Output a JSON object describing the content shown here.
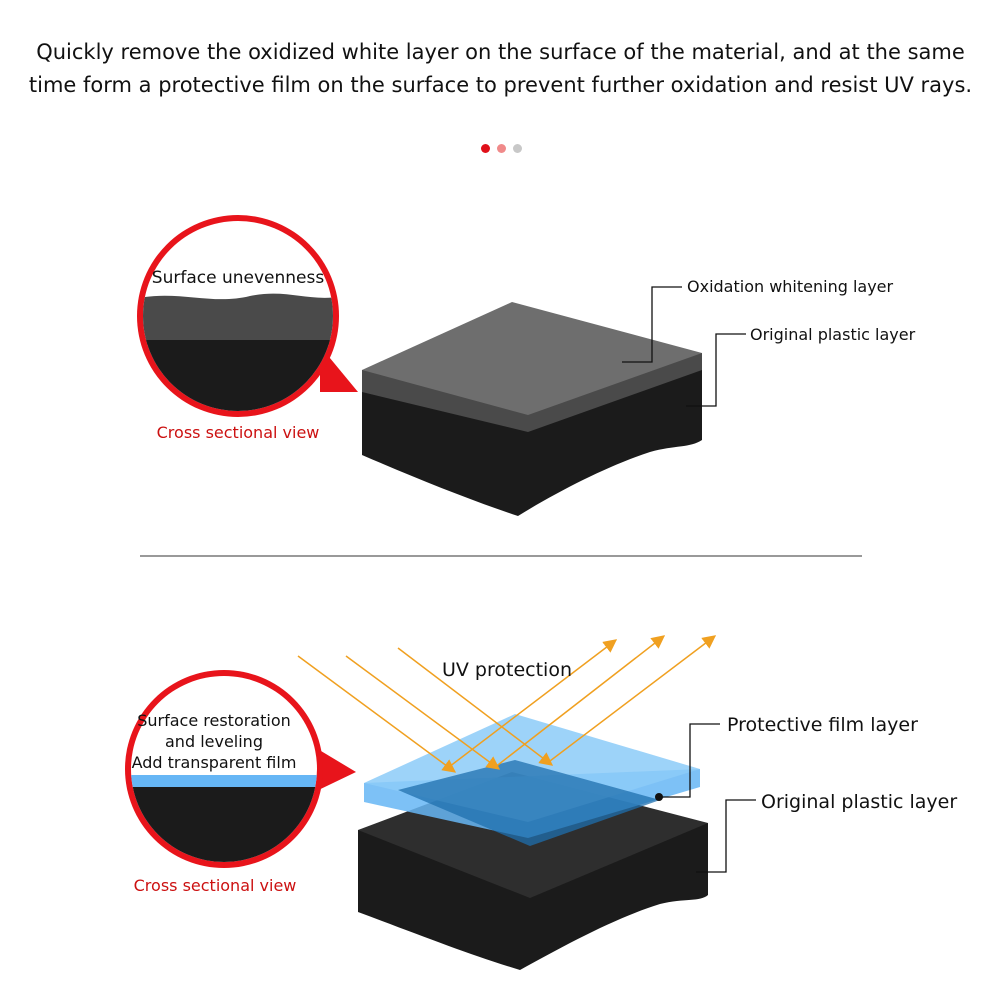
{
  "headline": "Quickly remove the oxidized white layer on the surface of the material, and at the same time form a protective film on the surface to prevent further oxidation and resist UV rays.",
  "pagination": {
    "active_index": 0,
    "dot_colors": [
      "#e0101a",
      "#f08a8a",
      "#c8c8c8"
    ]
  },
  "colors": {
    "accent_red": "#e8141b",
    "caption_red": "#cc1111",
    "plastic_black": "#1b1b1b",
    "oxidation_gray": "#6e6e6e",
    "film_blue": "#66b6f5",
    "uv_arrow": "#f0a020",
    "divider": "#999999"
  },
  "before": {
    "zoom_label": "Surface unevenness",
    "caption": "Cross sectional view",
    "callout_top": "Oxidation whitening layer",
    "callout_bottom": "Original plastic layer"
  },
  "after": {
    "zoom_label_lines": [
      "Surface restoration",
      "and leveling",
      "Add transparent film"
    ],
    "caption": "Cross sectional view",
    "uv_label": "UV protection",
    "callout_top": "Protective film layer",
    "callout_bottom": "Original plastic layer"
  }
}
